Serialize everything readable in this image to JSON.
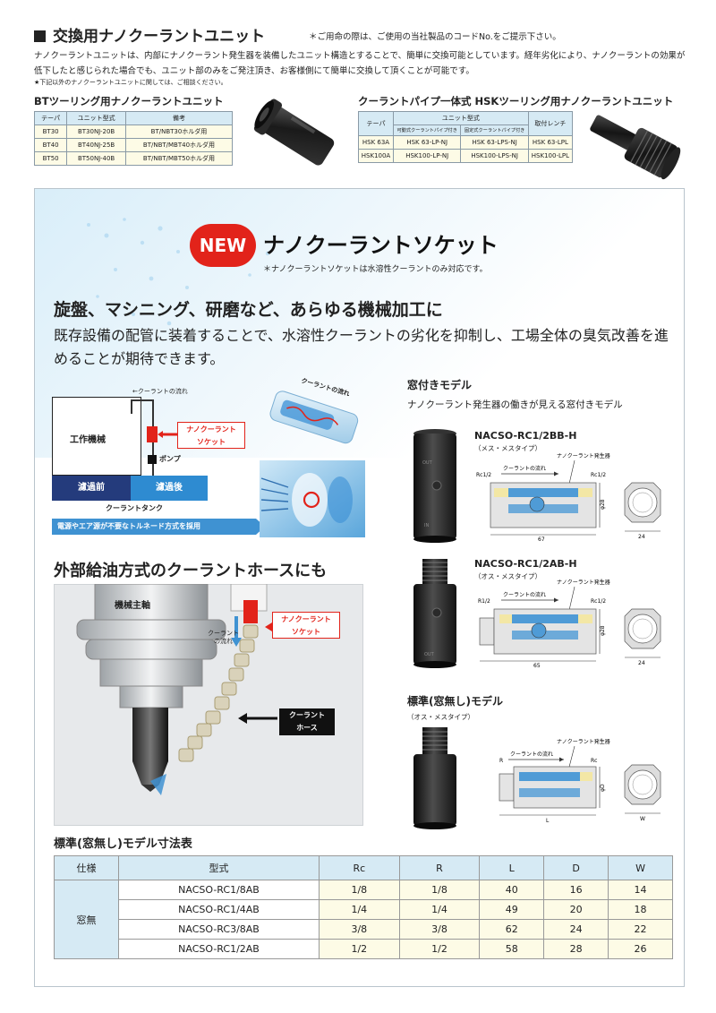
{
  "header": {
    "title": "交換用ナノクーラントユニット",
    "note": "＊ご用命の際は、ご使用の当社製品のコードNo.をご提示下さい。",
    "intro": "ナノクーラントユニットは、内部にナノクーラント発生器を装備したユニット構造とすることで、簡単に交換可能としています。経年劣化により、ナノクーラントの効果が低下したと感じられた場合でも、ユニット部のみをご発注頂き、お客様側にて簡単に交換して頂くことが可能です。",
    "intro_note": "★下記以外のナノクーラントユニットに関しては、ご相談ください。"
  },
  "bt_unit": {
    "title": "BTツーリング用ナノクーラントユニット",
    "columns": [
      "テーパ",
      "ユニット型式",
      "備考"
    ],
    "rows": [
      [
        "BT30",
        "BT30NJ-20B",
        "BT/NBT30ホルダ用"
      ],
      [
        "BT40",
        "BT40NJ-25B",
        "BT/NBT/MBT40ホルダ用"
      ],
      [
        "BT50",
        "BT50NJ-40B",
        "BT/NBT/MBT50ホルダ用"
      ]
    ]
  },
  "hsk_unit": {
    "title": "クーラントパイプ一体式 HSKツーリング用ナノクーラントユニット",
    "col_taper": "テーパ",
    "col_unit": "ユニット型式",
    "col_wrench": "取付レンチ",
    "sub_movable": "可動式クーラントパイプ付き",
    "sub_fixed": "固定式クーラントパイプ付き",
    "rows": [
      [
        "HSK 63A",
        "HSK 63-LP-NJ",
        "HSK 63-LPS-NJ",
        "HSK 63-LPL"
      ],
      [
        "HSK100A",
        "HSK100-LP-NJ",
        "HSK100-LPS-NJ",
        "HSK100-LPL"
      ]
    ]
  },
  "socket": {
    "badge": "NEW",
    "title": "ナノクーラントソケット",
    "note": "＊ナノクーラントソケットは水溶性クーラントのみ対応です。",
    "headline": "旋盤、マシニング、研磨など、あらゆる機械加工に",
    "body": "既存設備の配管に装着することで、水溶性クーラントの劣化を抑制し、工場全体の臭気改善を進めることが期待できます。"
  },
  "diagram1": {
    "flow_label": "クーラントの流れ",
    "machine": "工作機械",
    "socket_line1": "ナノクーラント",
    "socket_line2": "ソケット",
    "pump": "ポンプ",
    "before": "濾過前",
    "after": "濾過後",
    "tank": "クーラントタンク",
    "banner": "電源やエア源が不要なトルネード方式を採用",
    "tornado_label": "クーラントの流れ"
  },
  "diagram2": {
    "headline": "外部給油方式のクーラントホースにも",
    "spindle": "機械主軸",
    "socket_line1": "ナノクーラント",
    "socket_line2": "ソケット",
    "flow_line1": "クーラント",
    "flow_line2": "の流れ",
    "hose_line1": "クーラント",
    "hose_line2": "ホース"
  },
  "models": {
    "window_title": "窓付きモデル",
    "window_desc": "ナノクーラント発生器の働きが見える窓付きモデル",
    "m1_code": "NACSO-RC1/2BB-H",
    "m1_type": "（メス・メスタイプ）",
    "m1_left": "Rc1/2",
    "m1_right": "Rc1/2",
    "m1_len": "67",
    "m1_dia": "φ28",
    "m1_w": "24",
    "m2_code": "NACSO-RC1/2AB-H",
    "m2_type": "（オス・メスタイプ）",
    "m2_left": "R1/2",
    "m2_right": "Rc1/2",
    "m2_len": "65",
    "m2_dia": "φ28",
    "m2_w": "24",
    "std_title": "標準(窓無し)モデル",
    "std_type": "（オス・メスタイプ）",
    "m3_left": "R",
    "m3_right": "Rc",
    "m3_len": "L",
    "m3_dia": "φD",
    "m3_w": "W",
    "generator": "ナノクーラント発生器",
    "flow": "クーラントの流れ",
    "part_out": "OUT",
    "part_in": "IN"
  },
  "dimension_table": {
    "title": "標準(窓無し)モデル寸法表",
    "columns": [
      "仕様",
      "型式",
      "Rc",
      "R",
      "L",
      "D",
      "W"
    ],
    "group": "窓無",
    "rows": [
      [
        "NACSO-RC1/8AB",
        "1/8",
        "1/8",
        "40",
        "16",
        "14"
      ],
      [
        "NACSO-RC1/4AB",
        "1/4",
        "1/4",
        "49",
        "20",
        "18"
      ],
      [
        "NACSO-RC3/8AB",
        "3/8",
        "3/8",
        "62",
        "24",
        "22"
      ],
      [
        "NACSO-RC1/2AB",
        "1/2",
        "1/2",
        "58",
        "28",
        "26"
      ]
    ]
  },
  "colors": {
    "accent_red": "#e2231a",
    "header_blue": "#d6eaf4",
    "cell_cream": "#fdfbe6",
    "dark_blue": "#243b7c",
    "mid_blue": "#2e8bd1"
  }
}
